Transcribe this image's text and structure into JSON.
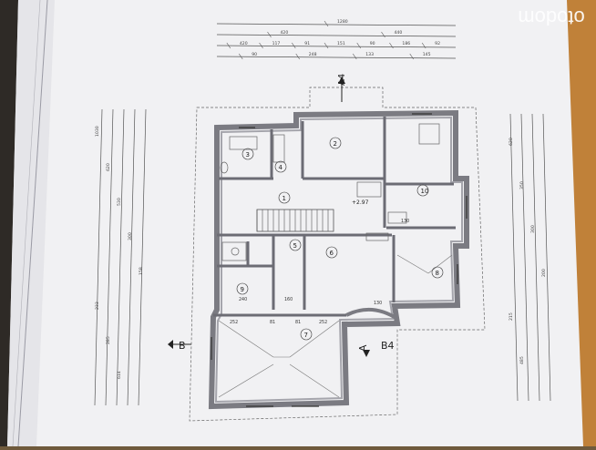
{
  "watermark": "otodom",
  "rooms": [
    "1",
    "2",
    "3",
    "4",
    "5",
    "6",
    "7",
    "8",
    "9",
    "10"
  ],
  "section_markers": [
    "A",
    "B"
  ],
  "markers_left": "B",
  "markers_bottom": [
    "A",
    "B4"
  ],
  "level_mark": "+2.97",
  "dims_top": [
    "1280",
    "420",
    "440",
    "420",
    "117",
    "91",
    "151",
    "90",
    "186",
    "92",
    "90",
    "248",
    "133",
    "145"
  ],
  "dims_inner": [
    "252",
    "81",
    "81",
    "252",
    "240",
    "130",
    "160",
    "130"
  ],
  "dims_left": [
    "1030",
    "620",
    "530",
    "300",
    "158",
    "233",
    "285",
    "614"
  ],
  "dims_right": [
    "620",
    "350",
    "300",
    "200",
    "215",
    "485"
  ],
  "colors": {
    "paper": "#f1f1f3",
    "wall": "#7b7b82",
    "line": "#54545a",
    "wood": "#c8883e"
  }
}
